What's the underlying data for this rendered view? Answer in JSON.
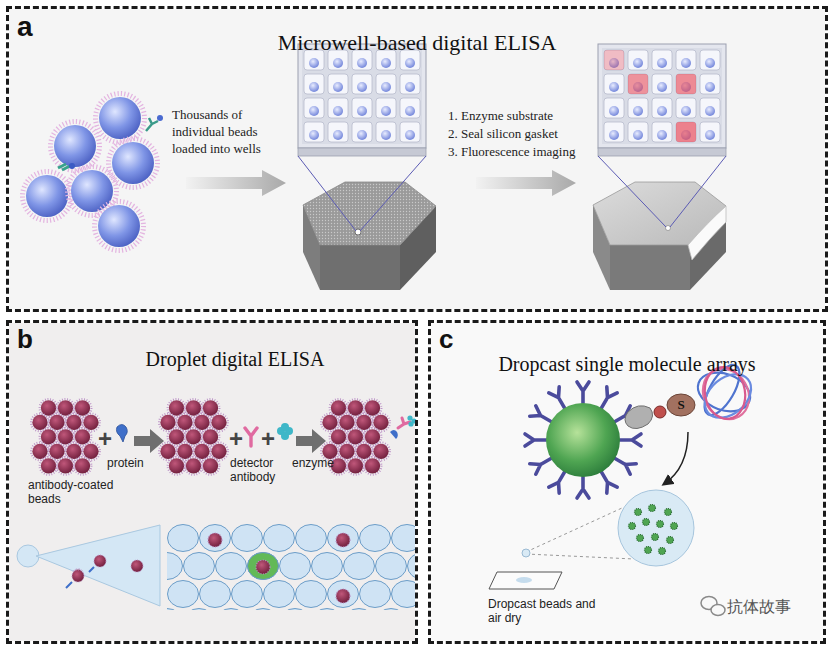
{
  "diagram": {
    "nodes": [
      {
        "text": [
          "a",
          "Microwell-based digital ELISA"
        ]
      },
      {
        "text": [
          "b",
          "Droplet digital ELISA"
        ]
      },
      {
        "text": [
          "c",
          "Dropcast single molecule arrays"
        ]
      }
    ],
    "labels": [
      "Thousands of individual beads loaded into wells",
      "1. Enzyme substrate",
      "2. Seal silicon gasket",
      "3. Fluorescence imaging",
      "+",
      "protein",
      "antibody-coated beads",
      "+",
      "detector antibody",
      "+",
      "enzyme",
      "S",
      "Dropcast beads and air dry",
      "抗体故事"
    ]
  }
}
